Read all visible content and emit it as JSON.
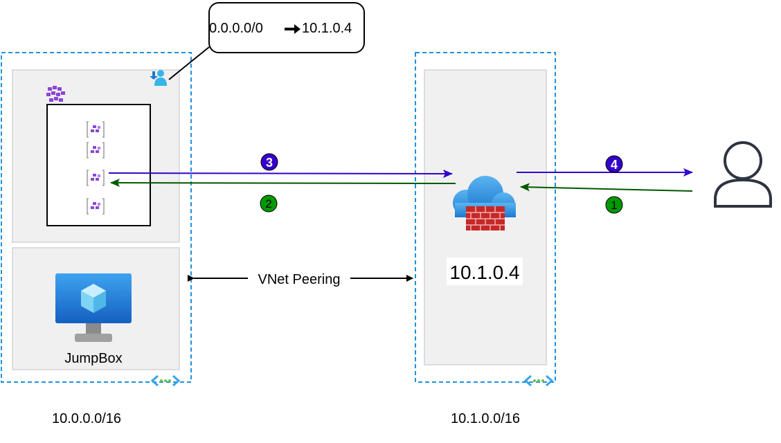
{
  "route": {
    "from": "0.0.0.0/0",
    "to": "10.1.0.4"
  },
  "left_vnet": {
    "cidr": "10.0.0.0/16",
    "jumpbox_label": "JumpBox"
  },
  "right_vnet": {
    "cidr": "10.1.0.0/16",
    "firewall_ip": "10.1.0.4"
  },
  "peering_label": "VNet Peering",
  "steps": {
    "s1": "1",
    "s2": "2",
    "s3": "3",
    "s4": "4"
  },
  "colors": {
    "outbound": "#3300CC",
    "inbound": "#005700",
    "vnet_border": "#1E90DD",
    "subnet_fill": "#F0F0F0"
  }
}
